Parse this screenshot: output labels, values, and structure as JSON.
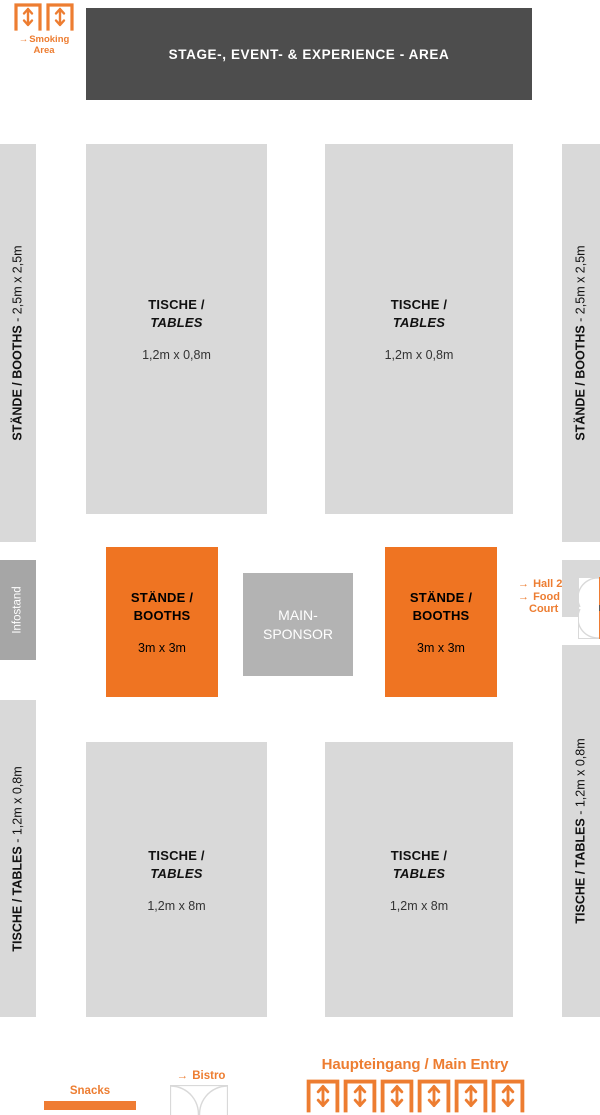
{
  "stage": {
    "label": "STAGE-, EVENT- & EXPERIENCE - AREA"
  },
  "smoking": {
    "label_line1": "Smoking",
    "label_line2": "Area",
    "arrow": "→",
    "icon": "double-door-arrow-icon"
  },
  "rails": {
    "left_top": {
      "bold": "STÄNDE / BOOTHS",
      "rest": " - 2,5m x 2,5m"
    },
    "left_bottom": {
      "bold": "TISCHE / TABLES",
      "rest": " - 1,2m x 0,8m"
    },
    "right_top": {
      "bold": "STÄNDE / BOOTHS",
      "rest": " - 2,5m x 2,5m"
    },
    "right_bottom": {
      "bold": "TISCHE / TABLES",
      "rest": " - 1,2m x 0,8m"
    }
  },
  "infostand": {
    "label": "Infostand"
  },
  "tables": {
    "top_left": {
      "title_de": "TISCHE /",
      "title_en": "TABLES",
      "dimension": "1,2m x 0,8m"
    },
    "top_right": {
      "title_de": "TISCHE /",
      "title_en": "TABLES",
      "dimension": "1,2m x 0,8m"
    },
    "bottom_left": {
      "title_de": "TISCHE /",
      "title_en": "TABLES",
      "dimension": "1,2m x 8m"
    },
    "bottom_right": {
      "title_de": "TISCHE /",
      "title_en": "TABLES",
      "dimension": "1,2m x 8m"
    }
  },
  "booths": {
    "left": {
      "title_de": "STÄNDE /",
      "title_en": "BOOTHS",
      "dimension": "3m x 3m"
    },
    "right": {
      "title_de": "STÄNDE /",
      "title_en": "BOOTHS",
      "dimension": "3m x 3m"
    }
  },
  "sponsor": {
    "line1": "MAIN-",
    "line2": "SPONSOR"
  },
  "hall2": {
    "line1": "Hall 2",
    "line2": "Food",
    "line3": "Court",
    "arrow": "→",
    "door_icon": "swing-door-icon"
  },
  "entry": {
    "title": "Haupteingang / Main Entry",
    "door_count": 6,
    "icon": "double-door-arrow-icon"
  },
  "snacks": {
    "label": "Snacks"
  },
  "bistro": {
    "label": "Bistro",
    "arrow": "→",
    "icon": "double-swing-door-icon"
  },
  "colors": {
    "orange": "#ed7d31",
    "booth_orange": "#ef7422",
    "block_gray": "#d9d9d9",
    "stage_gray": "#4d4d4d",
    "sponsor_gray": "#b3b3b3",
    "infostand_gray": "#a6a6a6"
  }
}
